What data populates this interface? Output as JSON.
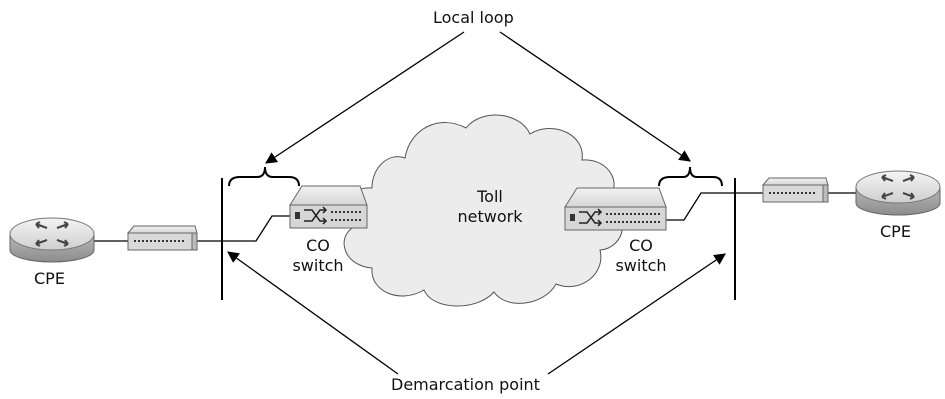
{
  "labels": {
    "local_loop": "Local loop",
    "demarcation_point": "Demarcation point",
    "toll_network_line1": "Toll",
    "toll_network_line2": "network",
    "co_switch_left_line1": "CO",
    "co_switch_left_line2": "switch",
    "co_switch_right_line1": "CO",
    "co_switch_right_line2": "switch",
    "cpe_left": "CPE",
    "cpe_right": "CPE"
  },
  "icons": {
    "router": "router-icon",
    "modem": "csu-dsu-icon",
    "switch": "co-switch-icon",
    "cloud": "cloud-icon"
  },
  "colors": {
    "device_light": "#e6e6e6",
    "device_mid": "#bdbdbd",
    "device_dark": "#8a8a8a",
    "cloud_fill": "#ebebeb",
    "line": "#000000"
  }
}
